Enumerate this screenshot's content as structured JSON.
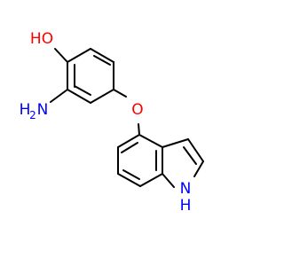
{
  "molecule": {
    "atoms": {
      "hydroxyl": {
        "label": "HO",
        "element": "O",
        "color": "#ff0000"
      },
      "amine": {
        "label": "H2N",
        "element": "N",
        "color": "#0000ff"
      },
      "ether_oxygen": {
        "label": "O",
        "element": "O",
        "color": "#ff0000"
      },
      "indole_nh": {
        "label": "H",
        "element": "N",
        "color": "#0000ff"
      }
    },
    "bond_color": "#000000"
  }
}
